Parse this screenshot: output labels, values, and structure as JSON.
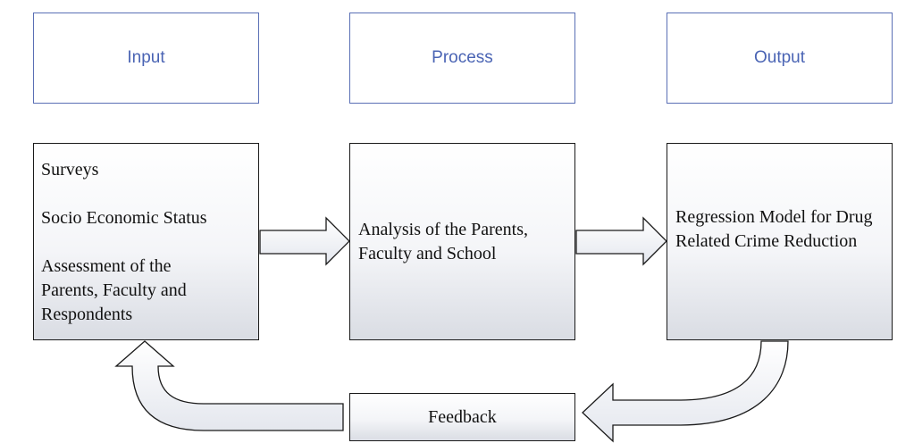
{
  "headers": {
    "input": "Input",
    "process": "Process",
    "output": "Output"
  },
  "input_box": {
    "lines": [
      "Surveys",
      "Socio Economic Status",
      "Assessment of the Parents, Faculty and Respondents"
    ]
  },
  "process_box": {
    "text": "Analysis of the Parents, Faculty and School"
  },
  "output_box": {
    "text": "Regression Model for Drug Related Crime Reduction"
  },
  "feedback_box": {
    "label": "Feedback"
  },
  "colors": {
    "header_border": "#5a6fb5",
    "header_text": "#4a64b4",
    "box_border": "#1a1a1a",
    "box_fill_top": "#ffffff",
    "box_fill_bottom": "#d9dce3"
  }
}
